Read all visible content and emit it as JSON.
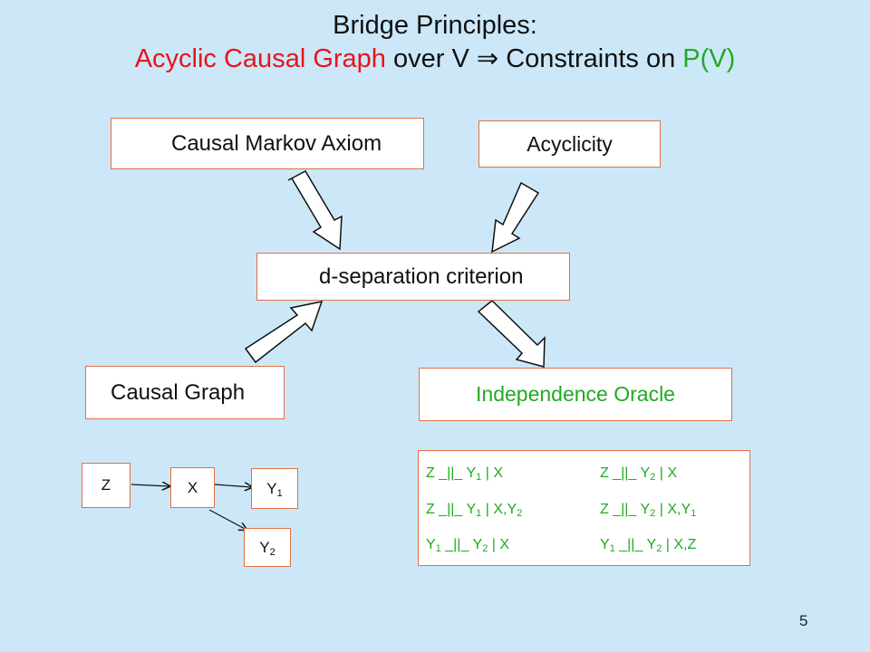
{
  "title": {
    "line1": "Bridge Principles:",
    "line2_a": "Acyclic Causal Graph",
    "line2_b": " over V ",
    "line2_arrow": "⇒",
    "line2_c": " Constraints on ",
    "line2_d": "P(V)"
  },
  "boxes": {
    "markov": "Causal Markov Axiom",
    "acyclicity": "Acyclicity",
    "dsep": "d-separation criterion",
    "graph": "Causal Graph",
    "oracle": "Independence Oracle"
  },
  "graph_nodes": {
    "z": "Z",
    "x": "X",
    "y1_base": "Y",
    "y1_sub": "1",
    "y2_base": "Y",
    "y2_sub": "2"
  },
  "oracle_statements": {
    "r1c1": {
      "a": "Z _||_ Y",
      "s": "1",
      "b": " | X"
    },
    "r1c2": {
      "a": "Z _||_ Y",
      "s": "2",
      "b": " | X"
    },
    "r2c1": {
      "a": "Z _||_ Y",
      "s": "1",
      "b": " | X,Y",
      "s2": "2"
    },
    "r2c2": {
      "a": "Z _||_ Y",
      "s": "2",
      "b": " | X,Y",
      "s2": "1"
    },
    "r3c1": {
      "a": "Y",
      "s": "1",
      "b": " _||_ Y",
      "s2": "2",
      "c": " | X"
    },
    "r3c2": {
      "a": "Y",
      "s": "1",
      "b": " _||_ Y",
      "s2": "2",
      "c": " | X,Z"
    }
  },
  "page_number": "5",
  "colors": {
    "background": "#cce8f8",
    "box_border": "#e07040",
    "red": "#e8141b",
    "green": "#22aa22"
  }
}
